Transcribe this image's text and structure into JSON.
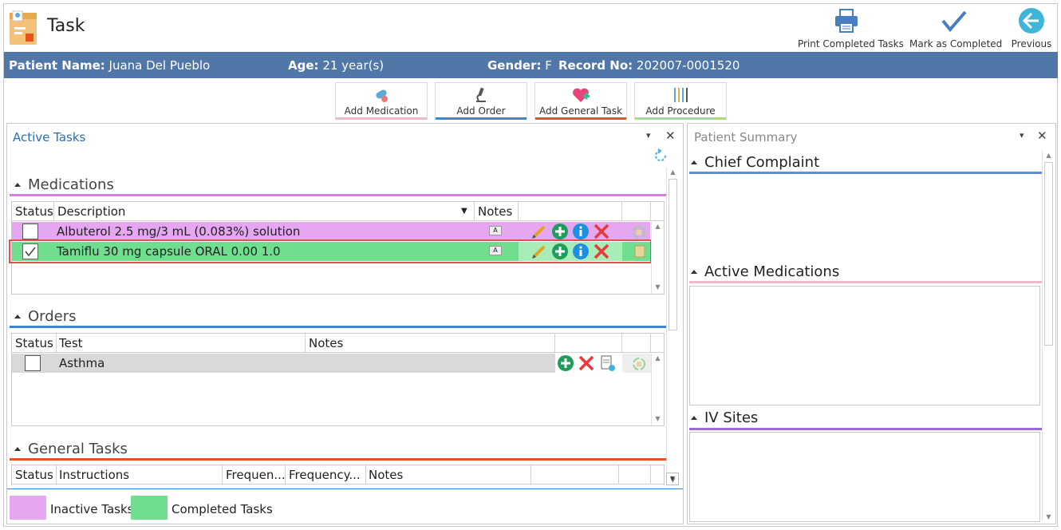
{
  "window": {
    "title": "Task"
  },
  "toolbar": {
    "print_label": "Print Completed Tasks",
    "mark_label": "Mark as Completed",
    "previous_label": "Previous"
  },
  "patient": {
    "name_label": "Patient Name:",
    "name": "Juana Del Pueblo",
    "age_label": "Age:",
    "age": "21 year(s)",
    "gender_label": "Gender:",
    "gender": "F",
    "record_label": "Record No:",
    "record": "202007-0001520"
  },
  "add_buttons": {
    "medication": "Add Medication",
    "order": "Add Order",
    "general_task": "Add General Task",
    "procedure": "Add Procedure"
  },
  "active_tasks": {
    "title": "Active Tasks",
    "medications": {
      "title": "Medications",
      "headers": {
        "status": "Status",
        "description": "Description",
        "notes": "Notes"
      },
      "rows": [
        {
          "description": "Albuterol 2.5 mg/3 mL (0.083%) solution",
          "checked": false,
          "state": "inactive"
        },
        {
          "description": "Tamiflu 30 mg capsule ORAL 0.00 1.0",
          "checked": true,
          "state": "completed"
        }
      ]
    },
    "orders": {
      "title": "Orders",
      "headers": {
        "status": "Status",
        "test": "Test",
        "notes": "Notes"
      },
      "rows": [
        {
          "test": "Asthma",
          "checked": false
        }
      ]
    },
    "general_tasks": {
      "title": "General Tasks",
      "headers": {
        "status": "Status",
        "instructions": "Instructions",
        "frequency": "Frequen...",
        "frequency2": "Frequency...",
        "notes": "Notes"
      }
    }
  },
  "legend": {
    "inactive": "Inactive Tasks",
    "completed": "Completed Tasks"
  },
  "patient_summary": {
    "title": "Patient Summary",
    "chief_complaint": "Chief Complaint",
    "active_medications": "Active Medications",
    "iv_sites": "IV Sites"
  },
  "colors": {
    "patient_bar": "#5176a8",
    "inactive": "#e4a7f0",
    "completed": "#6fde8e",
    "medications_line": "#d97fdc",
    "orders_line": "#3c86d6",
    "general_line": "#e8531a",
    "procedure_line": "#a7de7a",
    "medication_line_pink": "#f2b8c8"
  }
}
